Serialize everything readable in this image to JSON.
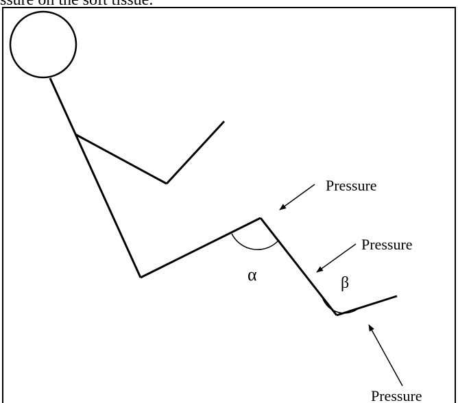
{
  "caption": "ssure on the soft tissue.",
  "labels": {
    "pressure_upper": "Pressure",
    "pressure_middle": "Pressure",
    "pressure_lower": "Pressure",
    "angle_alpha": "α",
    "angle_beta": "β"
  }
}
